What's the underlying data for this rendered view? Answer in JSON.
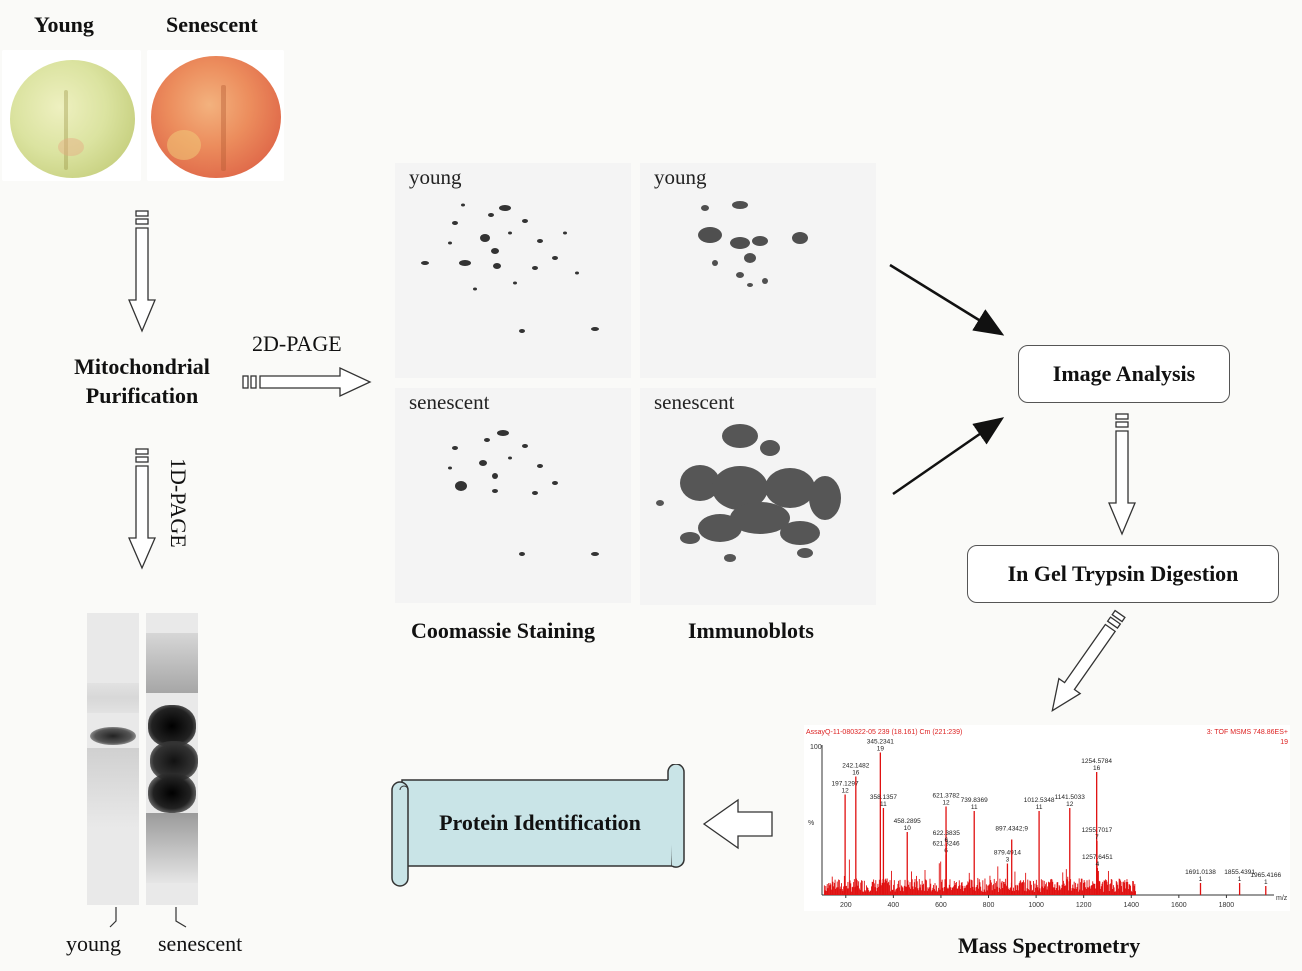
{
  "fruit": {
    "young_title": "Young",
    "senescent_title": "Senescent",
    "young_color": "#d9d88a",
    "senescent_color": "#e8845d"
  },
  "purification": {
    "line1": "Mitochondrial",
    "line2": "Purification"
  },
  "methods": {
    "two_d": "2D-PAGE",
    "one_d": "1D-PAGE"
  },
  "gels": {
    "coomassie_young": "young",
    "coomassie_senescent": "senescent",
    "immuno_young": "young",
    "immuno_senescent": "senescent",
    "coomassie_caption": "Coomassie Staining",
    "immuno_caption": "Immunoblots"
  },
  "oned_gel": {
    "lane_young": "young",
    "lane_senescent": "senescent"
  },
  "steps": {
    "image_analysis": "Image Analysis",
    "digestion": "In Gel Trypsin Digestion",
    "protein_id": "Protein Identification",
    "mass_spec": "Mass Spectrometry"
  },
  "spectrum": {
    "header_left": "AssayQ-11-080322-05 239 (18.161) Cm (221:239)",
    "header_right": "3: TOF MSMS 748.86ES+",
    "header_right2": "19",
    "y_axis_label": "%",
    "y_max_label": "100",
    "x_unit": "m/z",
    "x_ticks": [
      "200",
      "400",
      "600",
      "800",
      "1000",
      "1200",
      "1400",
      "1600",
      "1800"
    ],
    "x_range": [
      100,
      2000
    ],
    "peaks": [
      {
        "mz": 197.1297,
        "intensity": 67,
        "label": "197.1297",
        "sub": "12"
      },
      {
        "mz": 242.1482,
        "intensity": 79,
        "label": "242.1482",
        "sub": "16"
      },
      {
        "mz": 345.2341,
        "intensity": 95,
        "label": "345.2341",
        "sub": "19"
      },
      {
        "mz": 358.1357,
        "intensity": 58,
        "label": "358.1357",
        "sub": "11"
      },
      {
        "mz": 458.2895,
        "intensity": 42,
        "label": "458.2895",
        "sub": "10"
      },
      {
        "mz": 621.3246,
        "intensity": 27,
        "label": "621.3246",
        "sub": "6"
      },
      {
        "mz": 621.3782,
        "intensity": 59,
        "label": "621.3782",
        "sub": "12"
      },
      {
        "mz": 622.3835,
        "intensity": 34,
        "label": "622.3835",
        "sub": "6"
      },
      {
        "mz": 739.8369,
        "intensity": 56,
        "label": "739.8369",
        "sub": "11"
      },
      {
        "mz": 879.4914,
        "intensity": 21,
        "label": "879.4914",
        "sub": "3"
      },
      {
        "mz": 897.4342,
        "intensity": 37,
        "label": "897.4342;9",
        "sub": ""
      },
      {
        "mz": 1012.5348,
        "intensity": 56,
        "label": "1012.5348",
        "sub": "11"
      },
      {
        "mz": 1141.5033,
        "intensity": 58,
        "label": "1141.5033",
        "sub": "12"
      },
      {
        "mz": 1254.5784,
        "intensity": 82,
        "label": "1254.5784",
        "sub": "16"
      },
      {
        "mz": 1255.7017,
        "intensity": 36,
        "label": "1255.7017",
        "sub": "7"
      },
      {
        "mz": 1257.6451,
        "intensity": 18,
        "label": "1257.6451",
        "sub": "4"
      },
      {
        "mz": 1691.0138,
        "intensity": 8,
        "label": "1691.0138",
        "sub": "1"
      },
      {
        "mz": 1855.4391,
        "intensity": 8,
        "label": "1855.4391",
        "sub": "1"
      },
      {
        "mz": 1965.4166,
        "intensity": 6,
        "label": "1965.4166",
        "sub": "1"
      }
    ]
  }
}
